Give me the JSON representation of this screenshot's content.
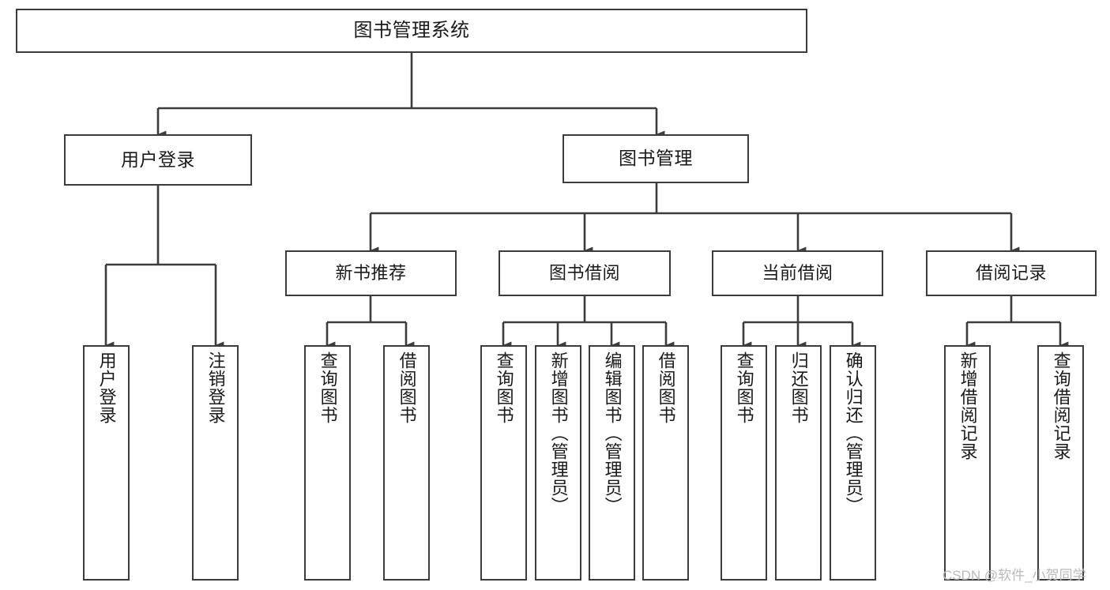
{
  "diagram": {
    "title": "图书管理系统",
    "type": "tree-hierarchy",
    "edge_color": "#3c3c3c",
    "box_border_color": "#3c3c3c",
    "background_color": "#ffffff",
    "watermark": "CSDN @软件_小贺同学",
    "root": {
      "label": "图书管理系统"
    },
    "level2": [
      {
        "label": "用户登录"
      },
      {
        "label": "图书管理"
      }
    ],
    "level3": [
      {
        "label": "新书推荐"
      },
      {
        "label": "图书借阅"
      },
      {
        "label": "当前借阅"
      },
      {
        "label": "借阅记录"
      }
    ],
    "leaves": {
      "user_login": [
        {
          "label": "用户登录"
        },
        {
          "label": "注销登录"
        }
      ],
      "new_book_recommend": [
        {
          "label": "查询图书"
        },
        {
          "label": "借阅图书"
        }
      ],
      "book_borrow": [
        {
          "label": "查询图书"
        },
        {
          "label": "新增图书（管理员）"
        },
        {
          "label": "编辑图书（管理员）"
        },
        {
          "label": "借阅图书"
        }
      ],
      "current_borrow": [
        {
          "label": "查询图书"
        },
        {
          "label": "归还图书"
        },
        {
          "label": "确认归还（管理员）"
        }
      ],
      "borrow_record": [
        {
          "label": "新增借阅记录"
        },
        {
          "label": "查询借阅记录"
        }
      ]
    }
  }
}
